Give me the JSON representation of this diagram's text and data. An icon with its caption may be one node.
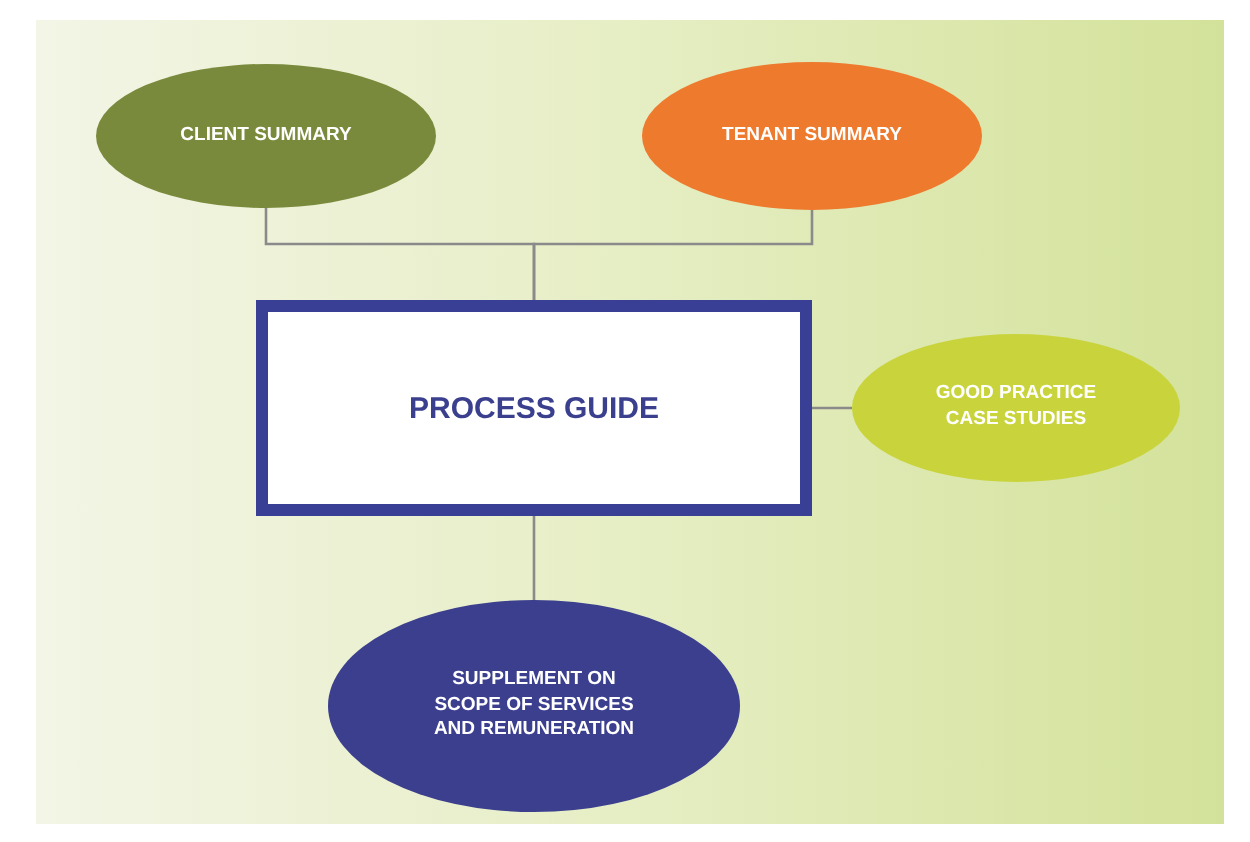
{
  "diagram": {
    "nodes": [
      {
        "text": [
          "CLIENT SUMMARY"
        ]
      },
      {
        "text": [
          "TENANT SUMMARY"
        ]
      },
      {
        "text": [
          "PROCESS GUIDE"
        ]
      },
      {
        "text": [
          "GOOD PRACTICE CASE STUDIES"
        ]
      },
      {
        "text": [
          "SUPPLEMENT ON SCOPE OF SERVICES AND REMUNERATION"
        ]
      }
    ],
    "edges": [
      {
        "from": 0,
        "to": 2,
        "arrow": "none"
      },
      {
        "from": 1,
        "to": 2,
        "arrow": "none"
      },
      {
        "from": 2,
        "to": 3,
        "arrow": "none"
      },
      {
        "from": 2,
        "to": 4,
        "arrow": "none"
      }
    ]
  }
}
